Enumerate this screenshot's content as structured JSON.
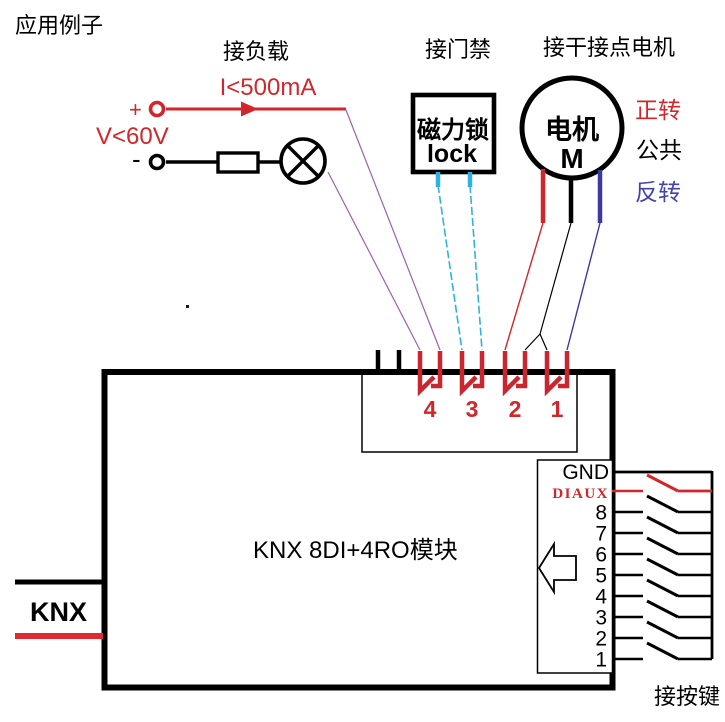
{
  "title": "应用例子",
  "load": {
    "label": "接负载",
    "current_limit": "I<500mA",
    "voltage_limit": "V<60V",
    "plus": "+",
    "minus": "-"
  },
  "door": {
    "label": "接门禁",
    "device_name": "磁力锁",
    "device_name_en": "lock"
  },
  "motor": {
    "label": "接干接点电机",
    "device_name": "电机",
    "device_symbol": "M",
    "forward": "正转",
    "common": "公共",
    "reverse": "反转"
  },
  "module": {
    "name": "KNX 8DI+4RO模块",
    "bus_label": "KNX",
    "relay_terminals": [
      "4",
      "3",
      "2",
      "1"
    ],
    "di_labels": [
      "GND",
      "DIAUX",
      "8",
      "7",
      "6",
      "5",
      "4",
      "3",
      "2",
      "1"
    ]
  },
  "keys_label": "接按键",
  "colors": {
    "red": "#d0262c",
    "cyan": "#2fb3dc",
    "purple": "#9c5fae",
    "blue": "#3b3b9e",
    "black": "#000000"
  }
}
